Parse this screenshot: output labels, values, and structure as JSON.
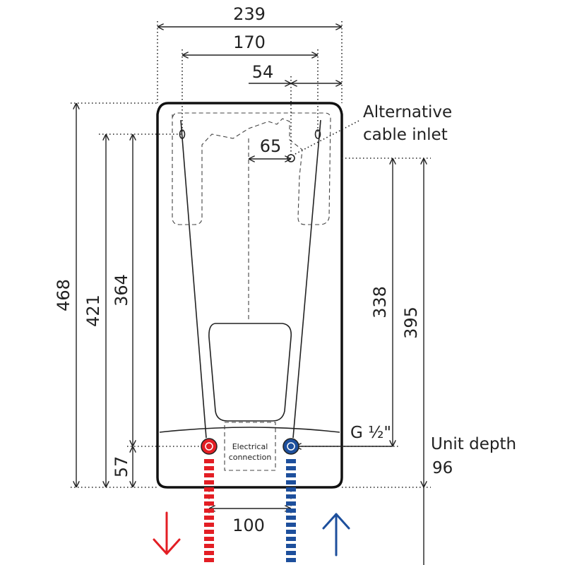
{
  "dimensions": {
    "overall_width": "239",
    "mount_spacing": "170",
    "cable_inlet_offset": "54",
    "cable_inlet_inner": "65",
    "overall_height": "468",
    "mount_height_421": "421",
    "mount_height_364": "364",
    "connection_height": "57",
    "right_338": "338",
    "right_395": "395",
    "pipe_spacing": "100"
  },
  "labels": {
    "alternative_inlet_line1": "Alternative",
    "alternative_inlet_line2": "cable inlet",
    "thread": "G ½\"",
    "unit_depth_label": "Unit depth",
    "unit_depth_value": "96",
    "electrical_line1": "Electrical",
    "electrical_line2": "connection"
  },
  "colors": {
    "hot": "#e31e24",
    "cold": "#1d4f9c",
    "outline": "#111111"
  },
  "icons": {
    "hot_flow": "arrow-down-icon",
    "cold_flow": "arrow-up-icon"
  }
}
